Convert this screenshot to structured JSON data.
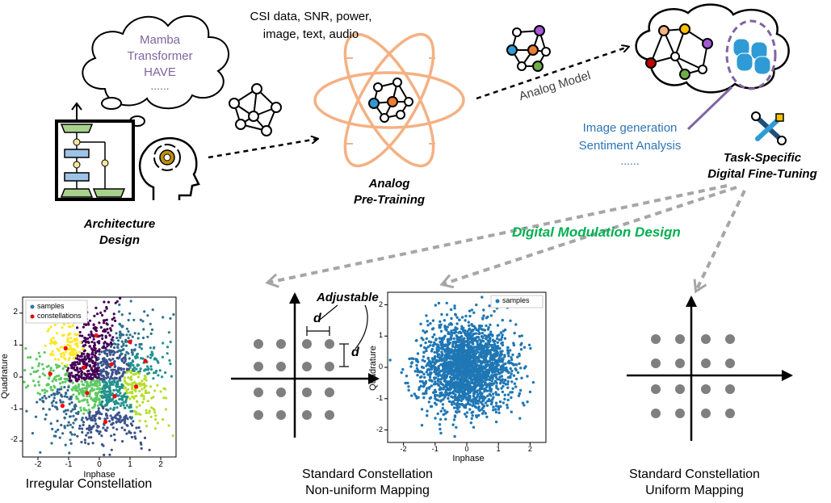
{
  "thought_cloud": {
    "lines": [
      "Mamba",
      "Transformer",
      "HAVE",
      "......"
    ]
  },
  "arch_label": [
    "Architecture",
    "Design"
  ],
  "inputs_label": [
    "CSI data, SNR, power,",
    "image, text, audio"
  ],
  "pretrain_label": [
    "Analog",
    "Pre-Training"
  ],
  "analog_model_label": "Analog Model",
  "tasks": [
    "Image generation",
    "Sentiment Analysis",
    "......"
  ],
  "finetune_label": [
    "Task-Specific",
    "Digital Fine-Tuning"
  ],
  "modulation_label": "Digital Modulation Design",
  "irregular": {
    "caption": "Irregular Constellation",
    "legend": [
      "samples",
      "constellations"
    ],
    "xlabel": "Inphase",
    "ylabel": "Quadrature",
    "xticks": [
      "-2",
      "-1",
      "0",
      "1",
      "2"
    ],
    "yticks": [
      "2",
      "1",
      "0",
      "-1",
      "-2"
    ]
  },
  "nonuniform": {
    "caption": [
      "Standard Constellation",
      "Non-uniform Mapping"
    ],
    "adjustable": "Adjustable",
    "d": "d"
  },
  "scatter2": {
    "legend": "samples",
    "xlabel": "Inphase",
    "ylabel": "Quadrature",
    "xticks": [
      "-2",
      "-1",
      "0",
      "1",
      "2"
    ],
    "yticks": [
      "2",
      "1",
      "0",
      "-1",
      "-2"
    ]
  },
  "uniform": {
    "caption": [
      "Standard Constellation",
      "Uniform Mapping"
    ]
  },
  "colors": {
    "atom": "#f4b183",
    "blue_text": "#2e75b6",
    "green_text": "#00b050",
    "purple": "#8064a2",
    "dot_gray": "#7f7f7f",
    "arrow_gray": "#a6a6a6",
    "scatter_blue": "#1f77b4"
  }
}
